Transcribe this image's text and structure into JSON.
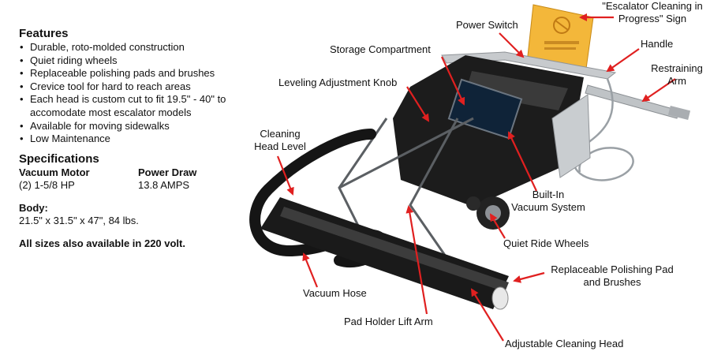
{
  "features": {
    "title": "Features",
    "items": [
      "Durable, roto-molded construction",
      "Quiet riding wheels",
      "Replaceable polishing pads and brushes",
      "Crevice tool for hard to reach areas",
      "Each head is custom cut to fit 19.5\" - 40\" to accomodate most escalator models",
      "Available for moving sidewalks",
      "Low Maintenance"
    ]
  },
  "specifications": {
    "title": "Specifications",
    "col1_header": "Vacuum Motor",
    "col2_header": "Power Draw",
    "col1_value": "(2) 1-5/8 HP",
    "col2_value": "13.8 AMPS",
    "body_label": "Body:",
    "body_value": "21.5\" x 31.5\" x 47\", 84 lbs.",
    "note": "All sizes also available in 220 volt."
  },
  "callouts": {
    "sign_1": "\"Escalator Cleaning in",
    "sign_2": "Progress\" Sign",
    "power_switch": "Power Switch",
    "handle": "Handle",
    "storage": "Storage Compartment",
    "restraining_1": "Restraining",
    "restraining_2": "Arm",
    "leveling": "Leveling Adjustment Knob",
    "cleaning_level_1": "Cleaning",
    "cleaning_level_2": "Head Level",
    "vacuum_system_1": "Built-In",
    "vacuum_system_2": "Vacuum System",
    "wheels": "Quiet Ride Wheels",
    "pad_1": "Replaceable Polishing Pad",
    "pad_2": "and Brushes",
    "hose": "Vacuum Hose",
    "lift_arm": "Pad Holder Lift Arm",
    "cleaning_head": "Adjustable Cleaning Head"
  },
  "colors": {
    "arrow": "#e02020",
    "machine_body": "#1c1c1c",
    "sign": "#f3b73a"
  }
}
